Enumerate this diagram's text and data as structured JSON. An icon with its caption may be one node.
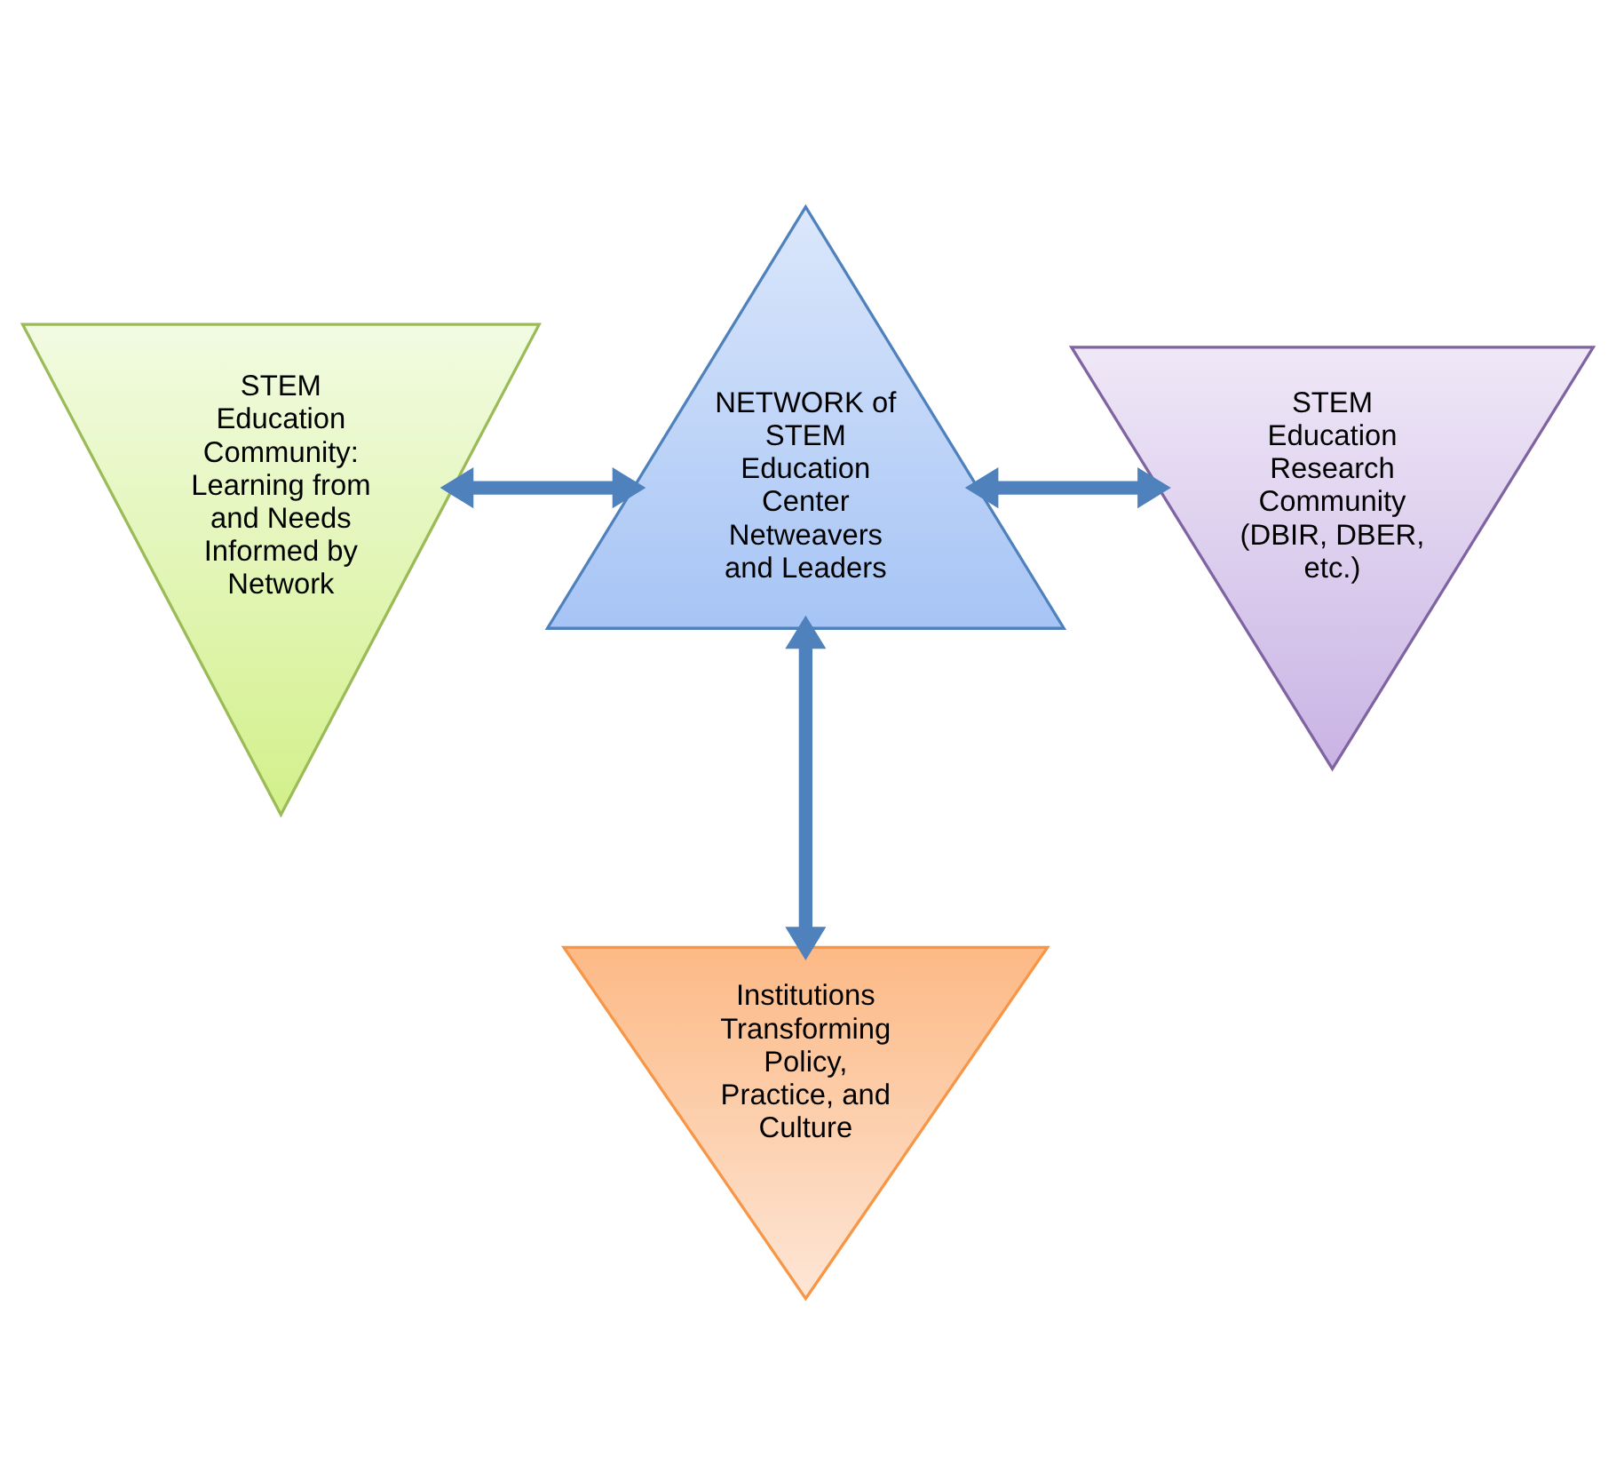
{
  "diagram": {
    "nodes": [
      {
        "text": [
          "STEM Education Community: Learning from and Needs Informed by Network"
        ]
      },
      {
        "text": [
          "NETWORK of STEM Education Center Netweavers and Leaders"
        ]
      },
      {
        "text": [
          "STEM Education Research Community (DBIR, DBER, etc.)"
        ]
      },
      {
        "text": [
          "Institutions Transforming Policy, Practice, and Culture"
        ]
      }
    ],
    "edges": [
      {
        "from": 0,
        "to": 1,
        "arrow": "both"
      },
      {
        "from": 1,
        "to": 2,
        "arrow": "both"
      },
      {
        "from": 1,
        "to": 3,
        "arrow": "both"
      }
    ]
  }
}
